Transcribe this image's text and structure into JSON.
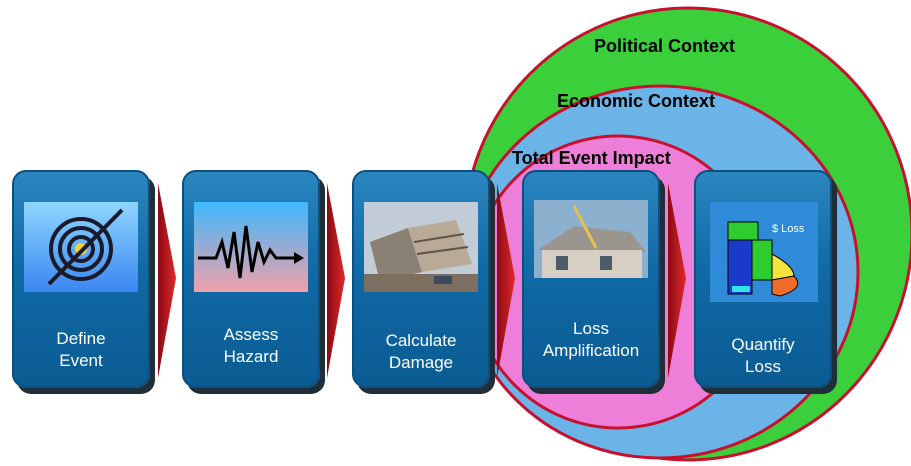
{
  "contexts": {
    "political": "Political  Context",
    "economic": "Economic Context",
    "impact": "Total Event Impact"
  },
  "steps": [
    {
      "line1": "Define",
      "line2": "Event",
      "icon": "target-icon"
    },
    {
      "line1": "Assess",
      "line2": "Hazard",
      "icon": "seismograph-icon"
    },
    {
      "line1": "Calculate",
      "line2": "Damage",
      "icon": "collapsed-building-photo"
    },
    {
      "line1": "Loss",
      "line2": "Amplification",
      "icon": "damaged-house-photo"
    },
    {
      "line1": "Quantify",
      "line2": "Loss",
      "icon": "loss-chart-icon"
    }
  ],
  "loss_chart_label": "$ Loss",
  "colors": {
    "political": "#3ccf3c",
    "economic": "#6ab4e8",
    "impact": "#ee7fd8",
    "circle_outline": "#c8102e",
    "box": "#106aa6",
    "arrow": "#c8102e"
  }
}
